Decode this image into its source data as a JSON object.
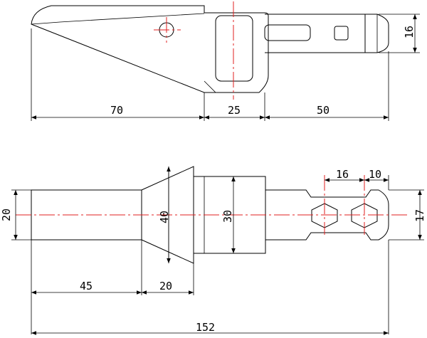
{
  "top_view": {
    "dimensions": {
      "body_length": "70",
      "neck_length": "25",
      "shank_length": "50",
      "tip_height": "16"
    }
  },
  "side_view": {
    "dimensions": {
      "shank_diameter": "20",
      "cone_diameter": "40",
      "collar_diameter": "30",
      "tip_width": "17",
      "hex_spacing": "16",
      "tip_offset": "10",
      "shank_length": "45",
      "cone_length": "20",
      "overall_length": "152"
    }
  },
  "colors": {
    "outline": "#000000",
    "centerline": "#e02020",
    "background": "#ffffff"
  }
}
